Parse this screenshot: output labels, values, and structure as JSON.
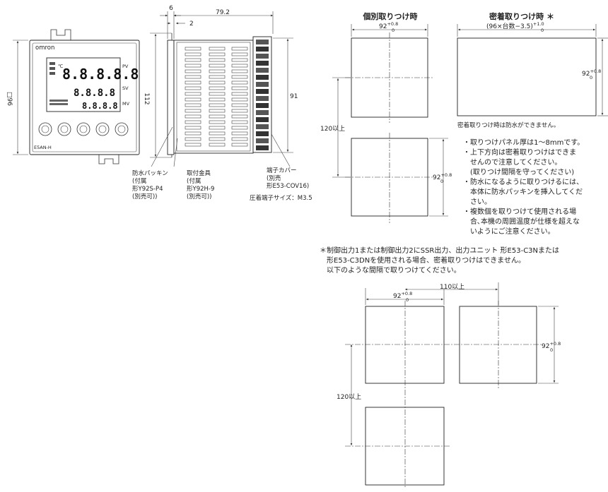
{
  "front_view": {
    "brand": "omron",
    "model": "E5AN-H",
    "width_label": "□96",
    "pv_label": "PV",
    "sv_label": "SV",
    "mv_label": "MV",
    "unit_symbol": "℃",
    "pv_digits": "8.8.8.8.8",
    "sv_digits": "8.8.8.8",
    "mv_digits": "8.8.8.8"
  },
  "side_view": {
    "dim_depth": "79.2",
    "dim_front_thickness": "6",
    "dim_gap": "2",
    "dim_height": "112",
    "dim_body_height": "91",
    "packing_label": [
      "防水パッキン",
      "(付属",
      "形Y92S-P4",
      "(別売可))"
    ],
    "bracket_label": [
      "取付金具",
      "(付属",
      "形Y92H-9",
      "(別売可))"
    ],
    "cover_label": [
      "端子カバー",
      "(別売",
      "形E53-COV16)"
    ],
    "terminal_size": "圧着端子サイズ：M3.5"
  },
  "cutout_separate": {
    "title": "個別取りつけ時",
    "width_dim": "92",
    "tol_plus": "+0.8",
    "tol_zero": "0",
    "spacing": "120以上"
  },
  "cutout_adjacent": {
    "title": "密着取りつけ時 ＊",
    "formula": "(96×台数−3.5)",
    "formula_tol_plus": "+1.0",
    "formula_tol_zero": "0",
    "height_dim": "92",
    "note": "密着取りつけ時は防水ができません。"
  },
  "notes": [
    "・取りつけパネル厚は1～8mmです。",
    "・上下方向は密着取りつけはできま",
    "　せんので注意してください。",
    "　(取りつけ間隔を守ってください)",
    "・防水になるように取りつけるには、",
    "　本体に防水パッキンを挿入してくだ",
    "　さい。",
    "・複数個を取りつけて使用される場",
    "　合､本機の周囲温度が仕様を超えな",
    "　いようにご注意ください。"
  ],
  "ssr_note": [
    "＊制御出力1または制御出力2にSSR出力、出力ユニット 形E53-C3Nまたは",
    "　形E53-C3DNを使用される場合、密着取りつけはできません。",
    "　以下のような間隔で取りつけてください。"
  ],
  "bottom_layout": {
    "width_dim": "92",
    "tol_plus": "+0.8",
    "tol_zero": "0",
    "h_spacing": "110以上",
    "v_dim": "92",
    "v_spacing": "120以上"
  }
}
